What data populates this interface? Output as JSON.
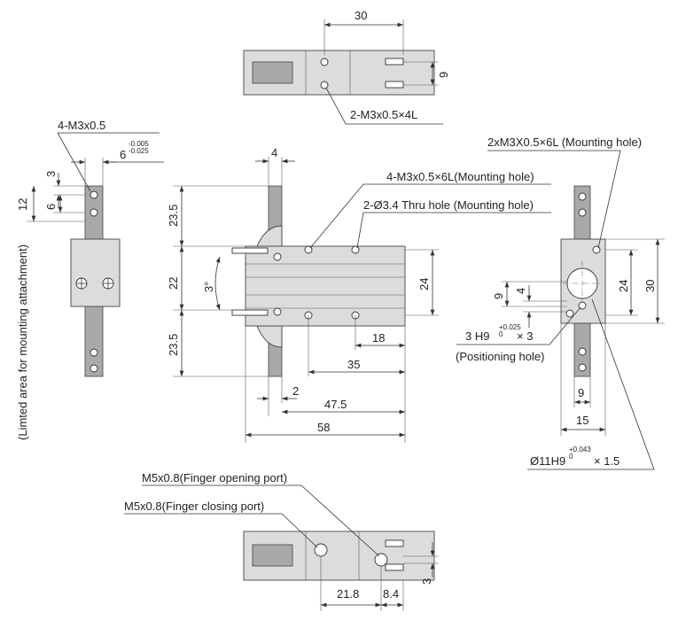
{
  "top_view": {
    "dim_width": "30",
    "dim_height": "9",
    "hole_label": "2-M3x0.5×4L"
  },
  "side_view": {
    "thread_label": "4-M3x0.5",
    "width_dim": "6",
    "width_tol_upper": "-0.005",
    "width_tol_lower": "-0.025",
    "dim_3": "3",
    "dim_6": "6",
    "dim_12": "12",
    "note": "(Limted area for mounting attachment)"
  },
  "front_view": {
    "mount_label": "4-M3x0.5×6L(Mounting hole)",
    "thru_label": "2-Ø3.4 Thru hole (Mounting hole)",
    "dim_4": "4",
    "dim_23_5_top": "23.5",
    "dim_22": "22",
    "dim_23_5_bottom": "23.5",
    "angle": "3°",
    "dim_24": "24",
    "dim_18": "18",
    "dim_35": "35",
    "dim_2": "2",
    "dim_47_5": "47.5",
    "dim_58": "58"
  },
  "end_view": {
    "mount_label": "2xM3X0.5×6L (Mounting hole)",
    "dim_24": "24",
    "dim_30": "30",
    "dim_9_v": "9",
    "dim_4": "4",
    "pos_hole": "3 H9",
    "pos_tol_upper": "+0.025",
    "pos_tol_lower": "0",
    "pos_depth": "× 3",
    "pos_label": "(Positioning hole)",
    "dim_9": "9",
    "dim_15": "15",
    "bore": "Ø11H9",
    "bore_tol_upper": "+0.043",
    "bore_tol_lower": "0",
    "bore_depth": "× 1.5"
  },
  "bottom_view": {
    "open_port": "M5x0.8(Finger opening port)",
    "close_port": "M5x0.8(Finger closing port)",
    "dim_21_8": "21.8",
    "dim_8_4": "8.4",
    "dim_3": "3"
  }
}
